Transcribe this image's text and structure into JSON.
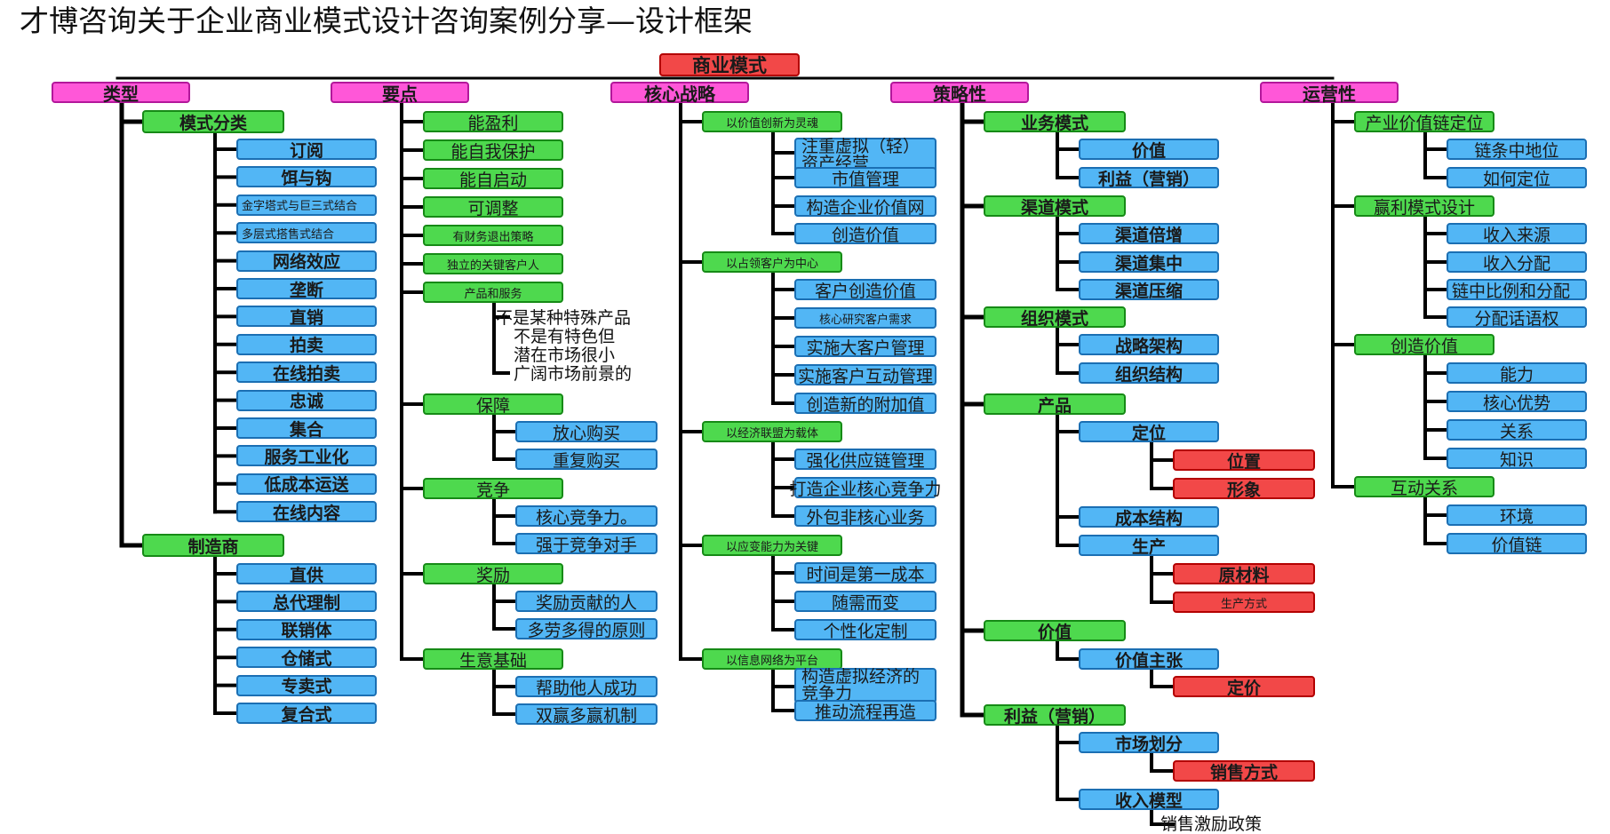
{
  "title": "才博咨询关于企业商业模式设计咨询案例分享—设计框架",
  "root": "商业模式",
  "categories": {
    "leixing": "类型",
    "yaodian": "要点",
    "hexin": "核心战略",
    "celue": "策略性",
    "yunying": "运营性"
  },
  "leixing": {
    "moshi_fenlei": "模式分类",
    "moshi_items": [
      "订阅",
      "饵与钩",
      "金字塔式与巨三式结合",
      "多层式搭售式结合",
      "网络效应",
      "垄断",
      "直销",
      "拍卖",
      "在线拍卖",
      "忠诚",
      "集合",
      "服务工业化",
      "低成本运送",
      "在线内容"
    ],
    "zhizaoshang": "制造商",
    "zhizao_items": [
      "直供",
      "总代理制",
      "联销体",
      "仓储式",
      "专卖式",
      "复合式"
    ]
  },
  "yaodian": {
    "items": [
      "能盈利",
      "能自我保护",
      "能自启动",
      "可调整",
      "有财务退出策略",
      "独立的关键客户人",
      "产品和服务"
    ],
    "chanpin_text": [
      "不是某种特殊产品",
      "不是有特色但",
      "潜在市场很小",
      "广阔市场前景的"
    ],
    "baozhang": "保障",
    "baozhang_items": [
      "放心购买",
      "重复购买"
    ],
    "jingzheng": "竞争",
    "jingzheng_items": [
      "核心竞争力。",
      "强于竞争对手"
    ],
    "jiangli": "奖励",
    "jiangli_items": [
      "奖励贡献的人",
      "多劳多得的原则"
    ],
    "shengyi": "生意基础",
    "shengyi_items": [
      "帮助他人成功",
      "双赢多赢机制"
    ]
  },
  "hexin": {
    "g1": "以价值创新为灵魂",
    "g1_items": [
      "注重虚拟（轻）资产经营",
      "市值管理",
      "构造企业价值网",
      "创造价值"
    ],
    "g2": "以占领客户为中心",
    "g2_items": [
      "客户创造价值",
      "核心研究客户需求",
      "实施大客户管理",
      "实施客户互动管理",
      "创造新的附加值"
    ],
    "g3": "以经济联盟为载体",
    "g3_items": [
      "强化供应链管理",
      "打造企业核心竞争力",
      "外包非核心业务"
    ],
    "g4": "以应变能力为关键",
    "g4_items": [
      "时间是第一成本",
      "随需而变",
      "个性化定制"
    ],
    "g5": "以信息网络为平台",
    "g5_items": [
      "构造虚拟经济的竞争力",
      "推动流程再造"
    ]
  },
  "celue": {
    "yewu": "业务模式",
    "yewu_items": [
      "价值",
      "利益（营销）"
    ],
    "qudao": "渠道模式",
    "qudao_items": [
      "渠道倍增",
      "渠道集中",
      "渠道压缩"
    ],
    "zuzhi": "组织模式",
    "zuzhi_items": [
      "战略架构",
      "组织结构"
    ],
    "chanpin": "产品",
    "dingwei": "定位",
    "dingwei_items": [
      "位置",
      "形象"
    ],
    "chengben": "成本结构",
    "shengchan": "生产",
    "shengchan_items": [
      "原材料",
      "生产方式"
    ],
    "jiazhi": "价值",
    "jiazhi_zhuzhang": "价值主张",
    "dingjia": "定价",
    "liyi": "利益（营销）",
    "shichang": "市场划分",
    "xiaoshou": "销售方式",
    "shouru": "收入模型",
    "jili": "销售激励政策"
  },
  "yunying": {
    "g1": "产业价值链定位",
    "g1_items": [
      "链条中地位",
      "如何定位"
    ],
    "g2": "赢利模式设计",
    "g2_items": [
      "收入来源",
      "收入分配",
      "链中比例和分配",
      "分配话语权"
    ],
    "g3": "创造价值",
    "g3_items": [
      "能力",
      "核心优势",
      "关系",
      "知识"
    ],
    "g4": "互动关系",
    "g4_items": [
      "环境",
      "价值链"
    ]
  },
  "colors": {
    "root": "#f24848",
    "category": "#ff57d8",
    "green": "#4ed94e",
    "blue": "#52b6f5",
    "red": "#f24848",
    "line": "#000000"
  }
}
